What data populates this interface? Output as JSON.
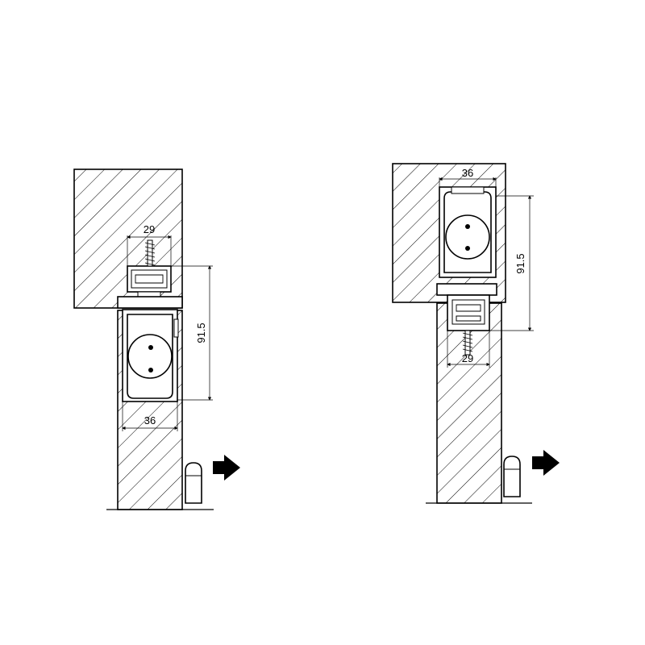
{
  "left_view": {
    "dim_top_width": "29",
    "dim_height": "91.5",
    "dim_bottom_width": "36"
  },
  "right_view": {
    "dim_top_width": "36",
    "dim_height": "91.5",
    "dim_bottom_width": "29"
  },
  "icons": {
    "push_direction": "arrow-right-icon",
    "door_stop": "floor-stop-icon"
  },
  "colors": {
    "line": "#000000",
    "background": "#ffffff"
  }
}
